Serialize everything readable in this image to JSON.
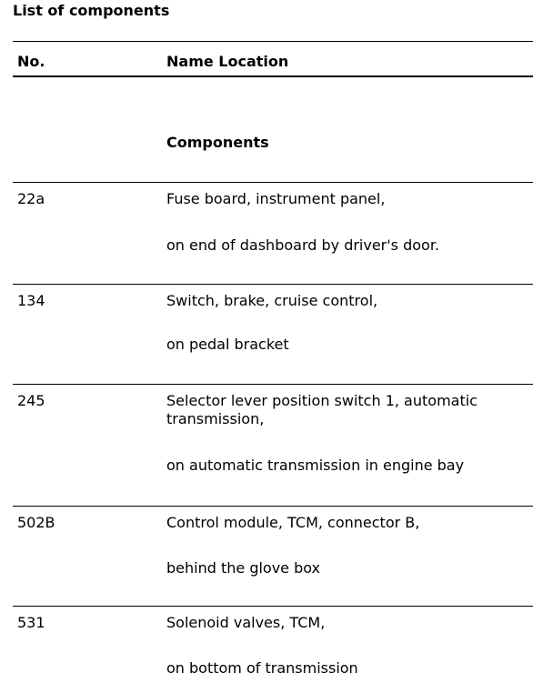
{
  "title": "List of components",
  "header": {
    "no": "No.",
    "name_location": "Name Location"
  },
  "section": "Components",
  "rows": [
    {
      "no": "22a",
      "name": "Fuse board, instrument panel,",
      "location": "on end of dashboard by driver's door."
    },
    {
      "no": "134",
      "name": "Switch, brake, cruise control,",
      "location": "on pedal bracket"
    },
    {
      "no": "245",
      "name": "Selector lever position switch 1, automatic transmission,",
      "location": "on automatic transmission in engine bay"
    },
    {
      "no": "502B",
      "name": "Control module, TCM, connector B,",
      "location": "behind the glove box"
    },
    {
      "no": "531",
      "name": "Solenoid valves, TCM,",
      "location": "on bottom of transmission"
    }
  ]
}
